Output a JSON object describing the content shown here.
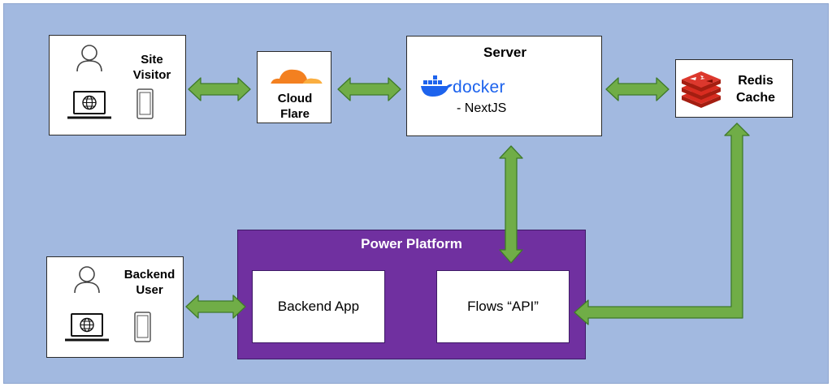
{
  "nodes": {
    "site_visitor": {
      "label_line1": "Site",
      "label_line2": "Visitor"
    },
    "cloudflare": {
      "label_line1": "Cloud",
      "label_line2": "Flare"
    },
    "server": {
      "title": "Server",
      "docker_text": "docker",
      "nextjs_text": "- NextJS"
    },
    "redis": {
      "label_line1": "Redis",
      "label_line2": "Cache"
    },
    "backend_user": {
      "label_line1": "Backend",
      "label_line2": "User"
    },
    "power_platform": {
      "title": "Power Platform",
      "backend_app": "Backend App",
      "flows_api": "Flows “API”"
    }
  },
  "colors": {
    "background": "#a2b9e0",
    "arrow_fill": "#70ad47",
    "arrow_stroke": "#3f7a2a",
    "power_platform": "#7030a0",
    "cloudflare_orange": "#f38020",
    "docker_blue": "#1d63ed",
    "redis_red": "#d82c20"
  },
  "icons": [
    "user-icon",
    "laptop-globe-icon",
    "phone-icon",
    "cloudflare-logo-icon",
    "docker-whale-icon",
    "redis-logo-icon"
  ]
}
